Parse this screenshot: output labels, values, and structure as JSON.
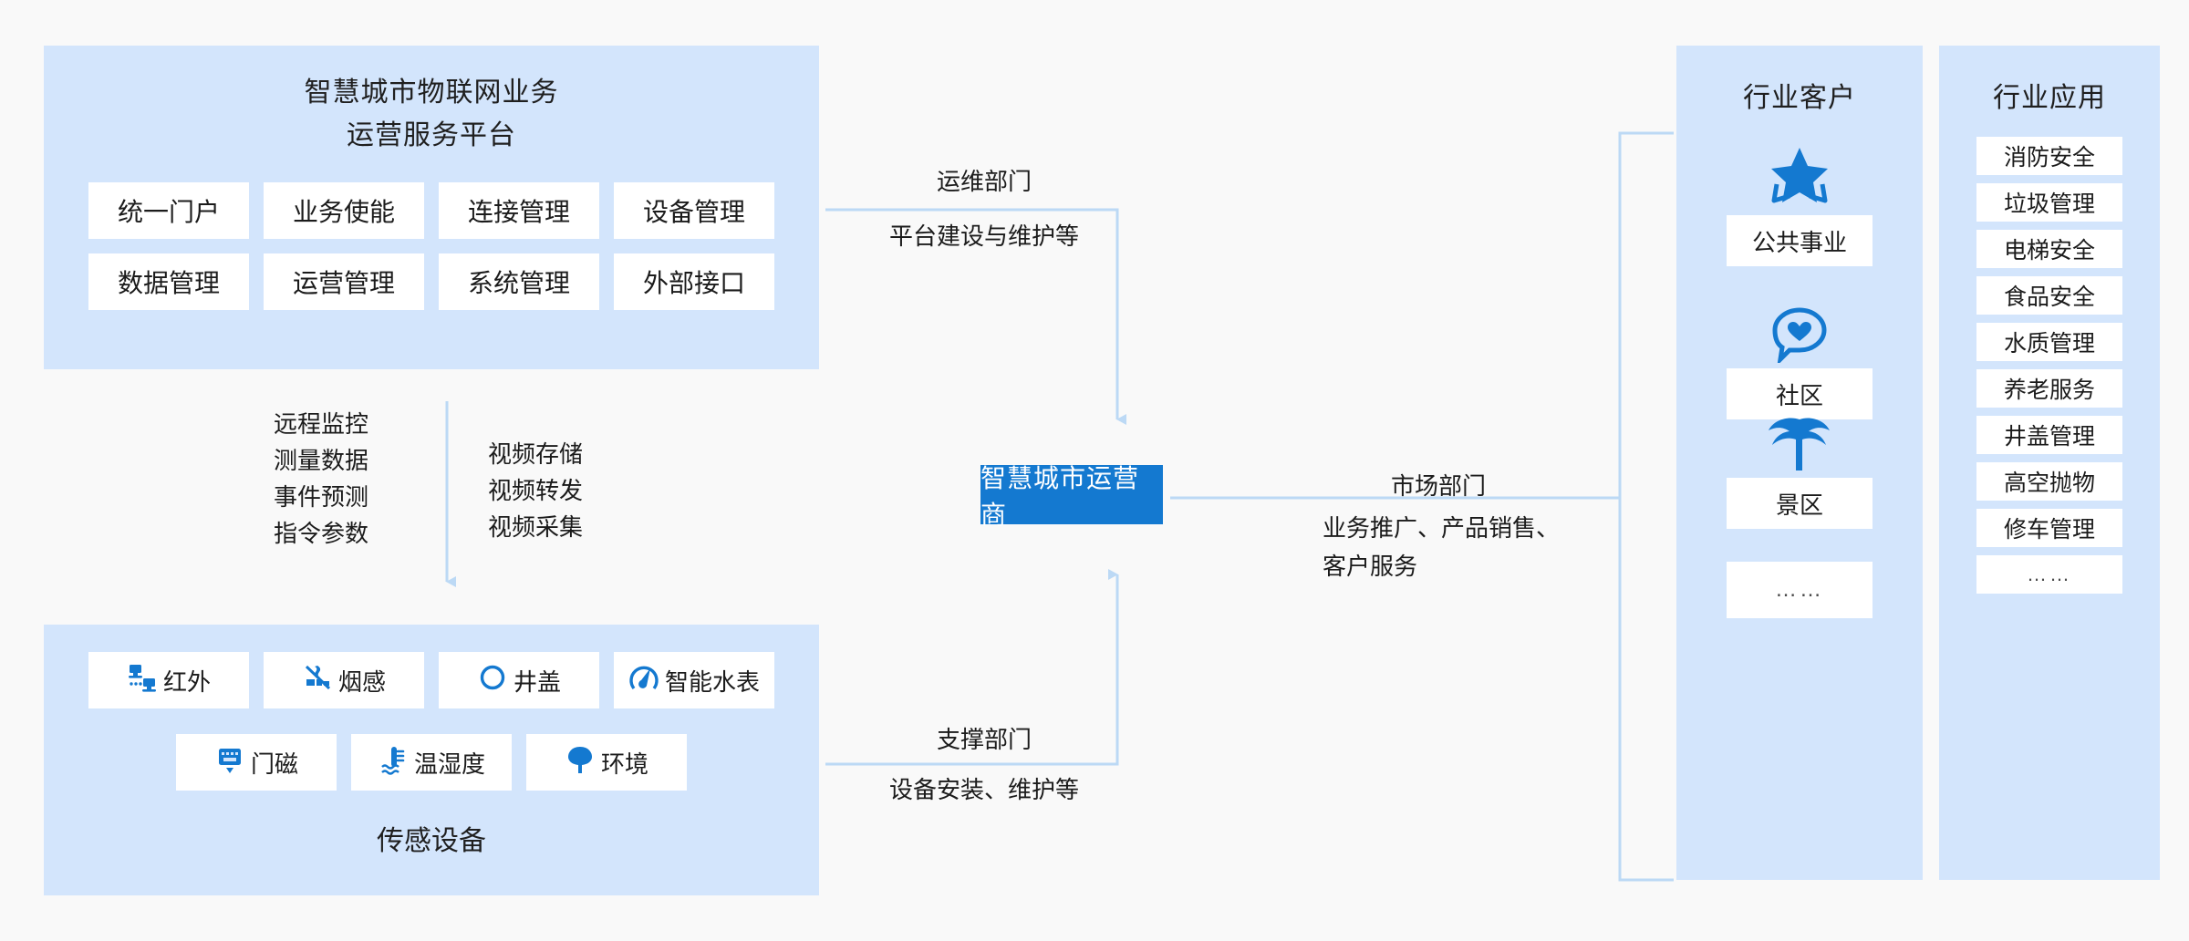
{
  "colors": {
    "accent": "#1479d0",
    "panel_bg": "#d3e5fc",
    "page_bg": "#f9f9f9",
    "wire": "#bcd9f5",
    "chip_bg": "#ffffff"
  },
  "platform": {
    "title_line1": "智慧城市物联网业务",
    "title_line2": "运营服务平台",
    "modules": [
      "统一门户",
      "业务使能",
      "连接管理",
      "设备管理",
      "数据管理",
      "运营管理",
      "系统管理",
      "外部接口"
    ]
  },
  "flow": {
    "left_items": [
      "远程监控",
      "测量数据",
      "事件预测",
      "指令参数"
    ],
    "right_items": [
      "视频存储",
      "视频转发",
      "视频采集"
    ]
  },
  "sensors": {
    "caption": "传感设备",
    "row1": [
      {
        "label": "红外",
        "icon": "infrared-icon"
      },
      {
        "label": "烟感",
        "icon": "smoke-detector-icon"
      },
      {
        "label": "井盖",
        "icon": "manhole-cover-icon"
      },
      {
        "label": "智能水表",
        "icon": "smart-water-meter-icon"
      }
    ],
    "row2": [
      {
        "label": "门磁",
        "icon": "door-sensor-icon"
      },
      {
        "label": "温湿度",
        "icon": "temperature-humidity-icon"
      },
      {
        "label": "环境",
        "icon": "environment-tree-icon"
      }
    ]
  },
  "operator": {
    "label": "智慧城市运营商"
  },
  "departments": {
    "ops": {
      "title": "运维部门",
      "desc": "平台建设与维护等"
    },
    "market": {
      "title": "市场部门",
      "desc_line1": "业务推广、产品销售、",
      "desc_line2": "客户服务"
    },
    "support": {
      "title": "支撑部门",
      "desc": "设备安装、维护等"
    }
  },
  "customers": {
    "title": "行业客户",
    "items": [
      {
        "label": "公共事业",
        "icon": "star-badge-icon"
      },
      {
        "label": "社区",
        "icon": "heart-chat-icon"
      },
      {
        "label": "景区",
        "icon": "palm-tree-icon"
      }
    ],
    "more": "……"
  },
  "applications": {
    "title": "行业应用",
    "items": [
      "消防安全",
      "垃圾管理",
      "电梯安全",
      "食品安全",
      "水质管理",
      "养老服务",
      "井盖管理",
      "高空抛物",
      "修车管理",
      "……"
    ]
  }
}
